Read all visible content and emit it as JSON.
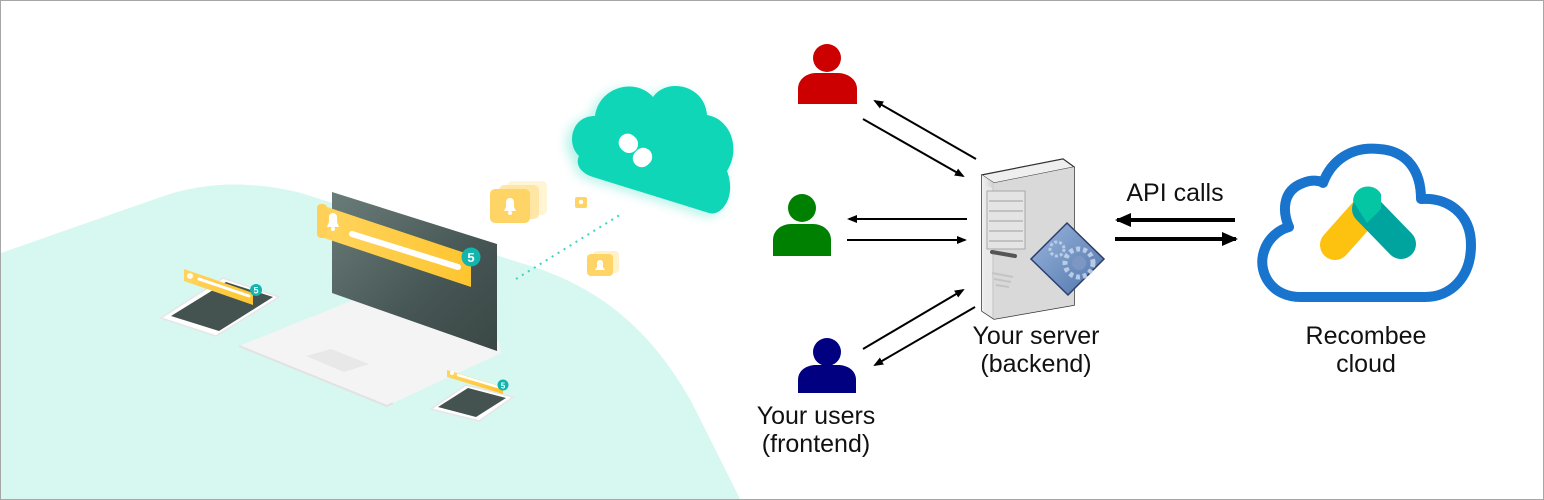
{
  "illustration": {
    "notification_badge_count": "5",
    "left_cloud_logo": "recombee-pill-icon",
    "colors": {
      "mint_background": "#d7f7f1",
      "teal_cloud": "#0fd6b6",
      "notification_yellow": "#fec93d",
      "badge_teal": "#11b5ae",
      "screen_dark": "#3f4f4c"
    }
  },
  "diagram": {
    "users": {
      "label_line1": "Your users",
      "label_line2": "(frontend)",
      "colors": [
        "#cc0000",
        "#008000",
        "#000080"
      ]
    },
    "server": {
      "label_line1": "Your server",
      "label_line2": "(backend)"
    },
    "api": {
      "label": "API calls"
    },
    "cloud": {
      "label_line1": "Recombee",
      "label_line2": "cloud",
      "outline_color": "#1874cd",
      "logo_yellow": "#fdc10f",
      "logo_teal": "#05c6a3",
      "logo_teal_dark": "#00a49f"
    }
  }
}
